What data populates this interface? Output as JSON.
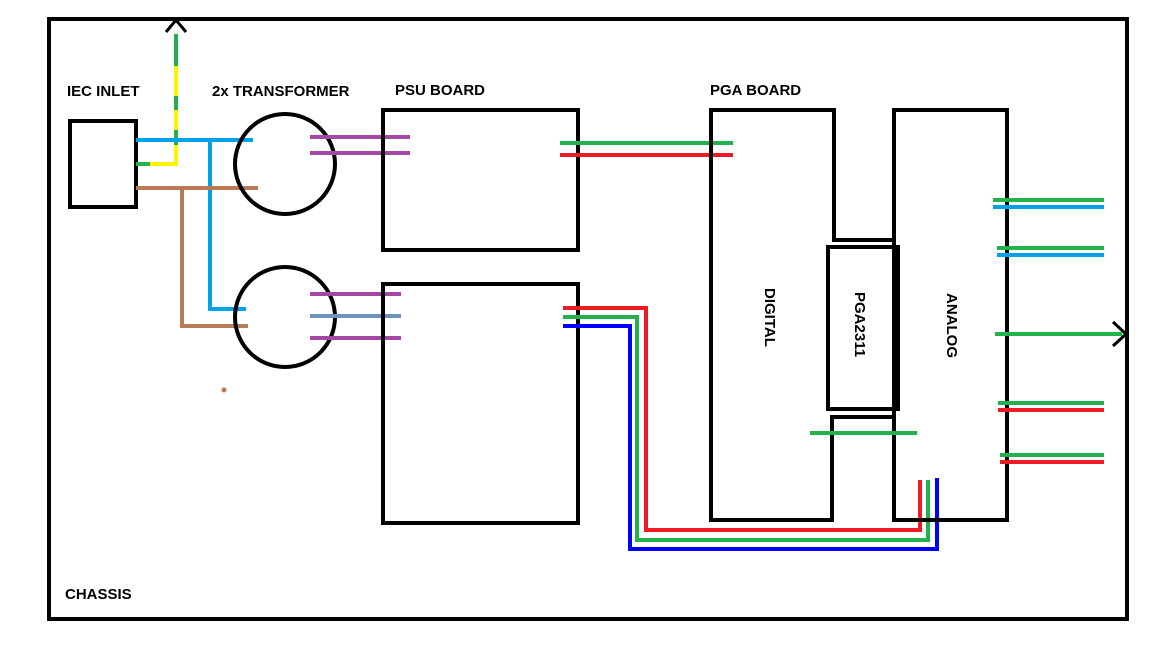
{
  "labels": {
    "iec_inlet": "IEC INLET",
    "transformer": "2x TRANSFORMER",
    "psu_board": "PSU BOARD",
    "pga_board": "PGA BOARD",
    "digital": "DIGITAL",
    "pga2311": "PGA2311",
    "analog": "ANALOG",
    "chassis": "CHASSIS"
  },
  "colors": {
    "black": "#000000",
    "green": "#22b14c",
    "yellow": "#fff200",
    "blue_light": "#00a2e8",
    "brown": "#b97a57",
    "purple": "#a349a4",
    "steel_blue": "#7092be",
    "red": "#ed1c24",
    "blue": "#0000ff"
  }
}
